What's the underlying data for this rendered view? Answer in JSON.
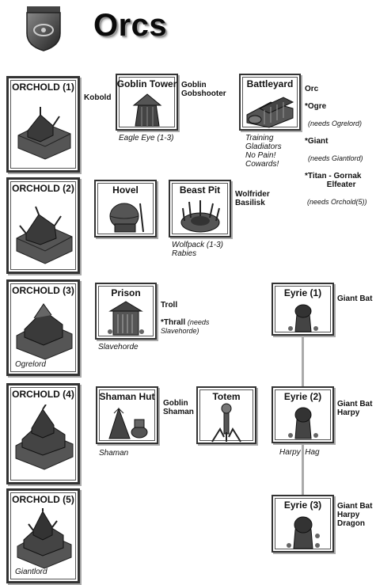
{
  "page": {
    "title": "Orcs",
    "logo_icon": "orc-shield-emblem-icon"
  },
  "colors": {
    "background": "#ffffff",
    "text": "#111111",
    "connector": "#aaaaaa",
    "building": "#4a4a4a"
  },
  "orchold": [
    {
      "label": "ORCHOLD (1)",
      "note": ""
    },
    {
      "label": "ORCHOLD (2)",
      "note": ""
    },
    {
      "label": "ORCHOLD (3)",
      "note": "Ogrelord"
    },
    {
      "label": "ORCHOLD (4)",
      "note": ""
    },
    {
      "label": "ORCHOLD (5)",
      "note": "Giantlord"
    }
  ],
  "units": {
    "kobold": "Kobold",
    "goblin_tower": "Goblin\nGobshooter",
    "battleyard_orc": "Orc",
    "ogre": "*Ogre",
    "ogre_need": "(needs Ogrelord)",
    "giant": "*Giant",
    "giant_need": "(needs Giantlord)",
    "titan": "*Titan - Gornak\n          Elfeater",
    "titan_need": "(needs Orchold(5))",
    "beast_pit": "Wolfrider\nBasilisk",
    "prison_troll": "Troll",
    "thrall": "*Thrall",
    "thrall_need": "(needs\nSlavehorde)",
    "eyrie1": "Giant Bat",
    "shaman_hut": "Goblin\nShaman",
    "eyrie2": "Giant Bat\nHarpy",
    "eyrie3": "Giant Bat\nHarpy\nDragon"
  },
  "buildings": {
    "goblin_tower": {
      "label": "Goblin Tower",
      "upgrade": "Eagle Eye (1-3)"
    },
    "battleyard": {
      "label": "Battleyard",
      "upgrade": "Training\nGladiators\nNo Pain!\nCowards!"
    },
    "hovel": {
      "label": "Hovel"
    },
    "beast_pit": {
      "label": "Beast Pit",
      "upgrade": "Wolfpack (1-3)\nRabies"
    },
    "prison": {
      "label": "Prison",
      "upgrade": "Slavehorde"
    },
    "eyrie1": {
      "label": "Eyrie (1)"
    },
    "shaman_hut": {
      "label": "Shaman Hut",
      "upgrade": "Shaman"
    },
    "totem": {
      "label": "Totem"
    },
    "eyrie2": {
      "label": "Eyrie (2)",
      "upgrade": "Harpy  Hag"
    },
    "eyrie3": {
      "label": "Eyrie (3)"
    }
  }
}
